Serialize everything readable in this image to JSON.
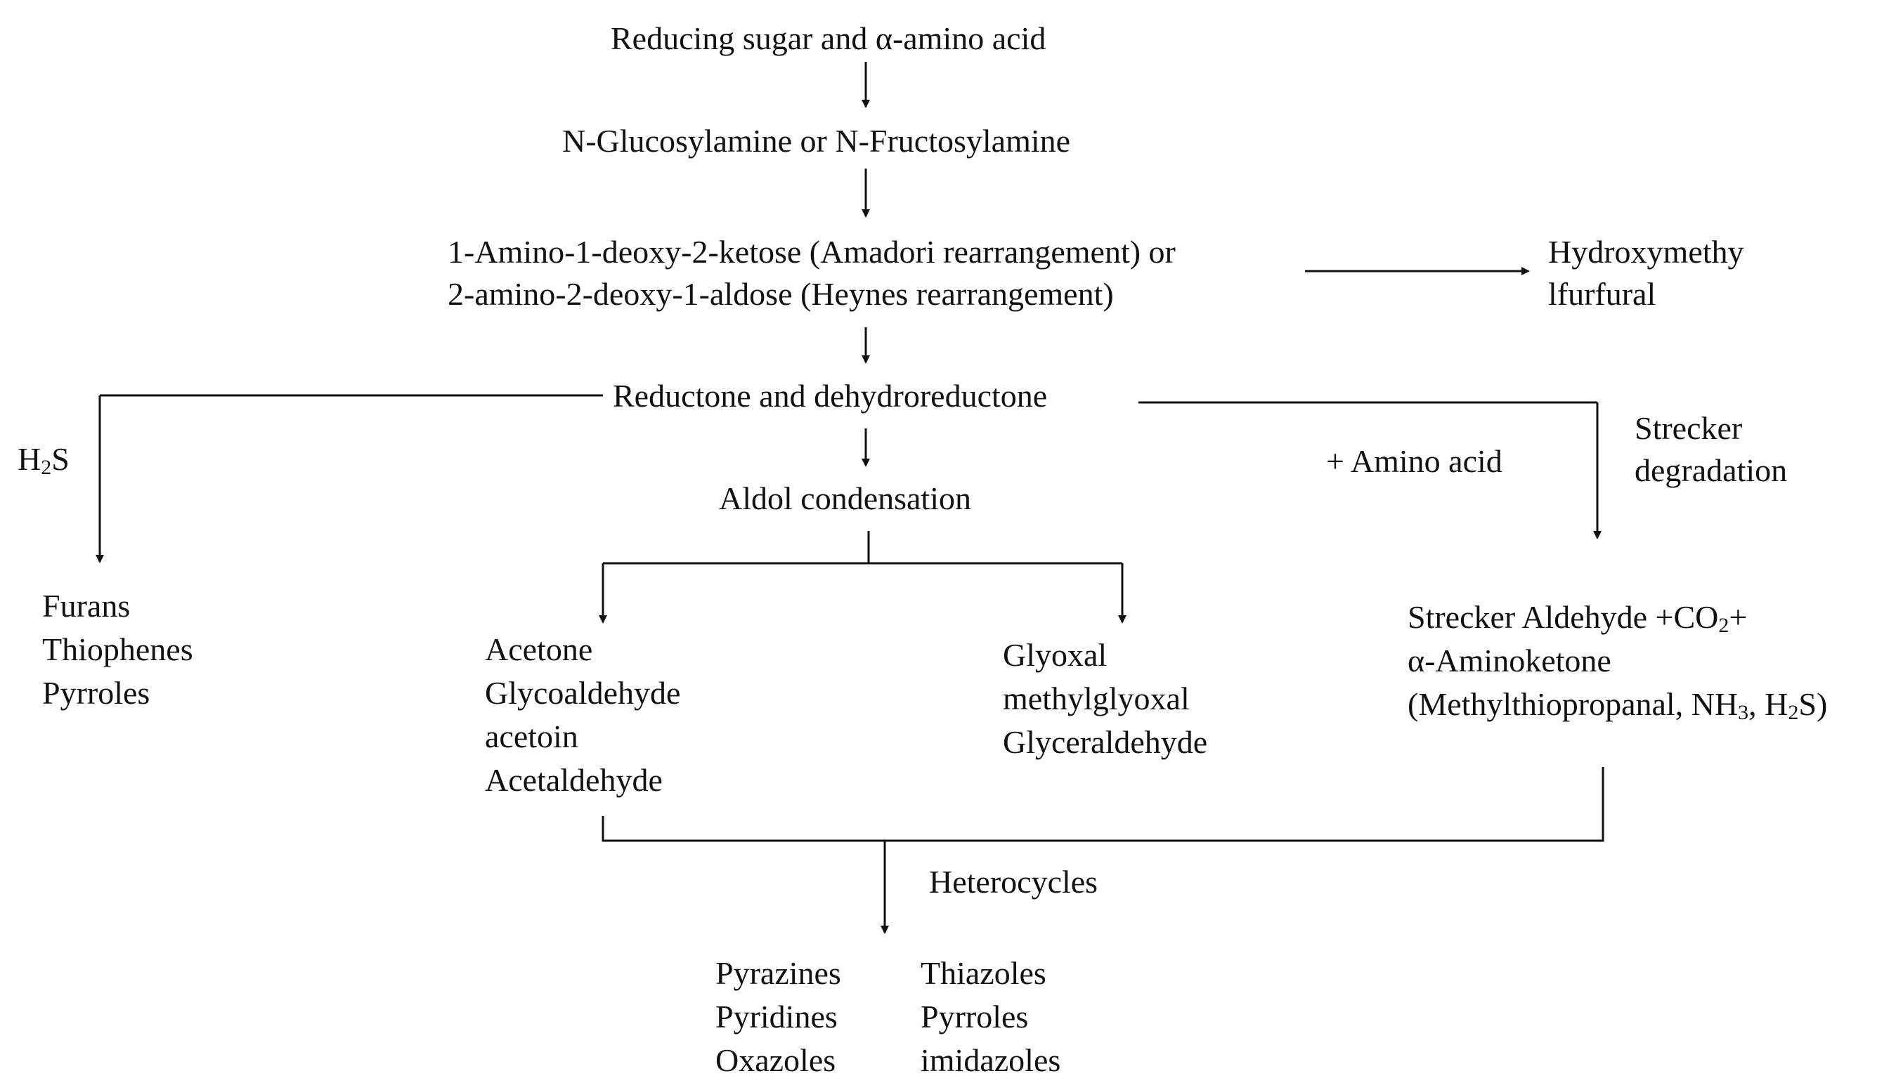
{
  "nodes": {
    "reducing_sugar": "Reducing sugar and α-amino acid",
    "glucosylamine": "N-Glucosylamine   or N-Fructosylamine",
    "amadori_line1": "1-Amino-1-deoxy-2-ketose (Amadori rearrangement) or",
    "amadori_line2": "2-amino-2-deoxy-1-aldose (Heynes rearrangement)",
    "hmf_line1": "Hydroxymethy",
    "hmf_line2": "lfurfural",
    "reductone": "Reductone and dehydroreductone",
    "aldol": "Aldol condensation",
    "h2s_prefix": "H",
    "h2s_sub": "2",
    "h2s_suffix": "S",
    "amino_acid": "+ Amino acid",
    "strecker_deg_line1": "Strecker",
    "strecker_deg_line2": "degradation",
    "furans_group": [
      "Furans",
      "Thiophenes",
      "Pyrroles"
    ],
    "acetone_group": [
      "Acetone",
      "Glycoaldehyde",
      "acetoin",
      "Acetaldehyde"
    ],
    "glyoxal_group": [
      "Glyoxal",
      "methylglyoxal",
      "Glyceraldehyde"
    ],
    "strecker_line1_a": "Strecker Aldehyde    +CO",
    "strecker_line1_sub": "2",
    "strecker_line1_b": "+",
    "strecker_line2": "α-Aminoketone",
    "strecker_line3_a": "(Methylthiopropanal,  NH",
    "strecker_line3_sub1": "3",
    "strecker_line3_b": ", H",
    "strecker_line3_sub2": "2",
    "strecker_line3_c": "S)",
    "heterocycles": "Heterocycles",
    "hetero_left": [
      "Pyrazines",
      "Pyridines",
      "Oxazoles"
    ],
    "hetero_right": [
      "Thiazoles",
      "Pyrroles",
      "imidazoles"
    ]
  },
  "colors": {
    "line": "#111111",
    "text": "#111111",
    "background": "#ffffff"
  }
}
